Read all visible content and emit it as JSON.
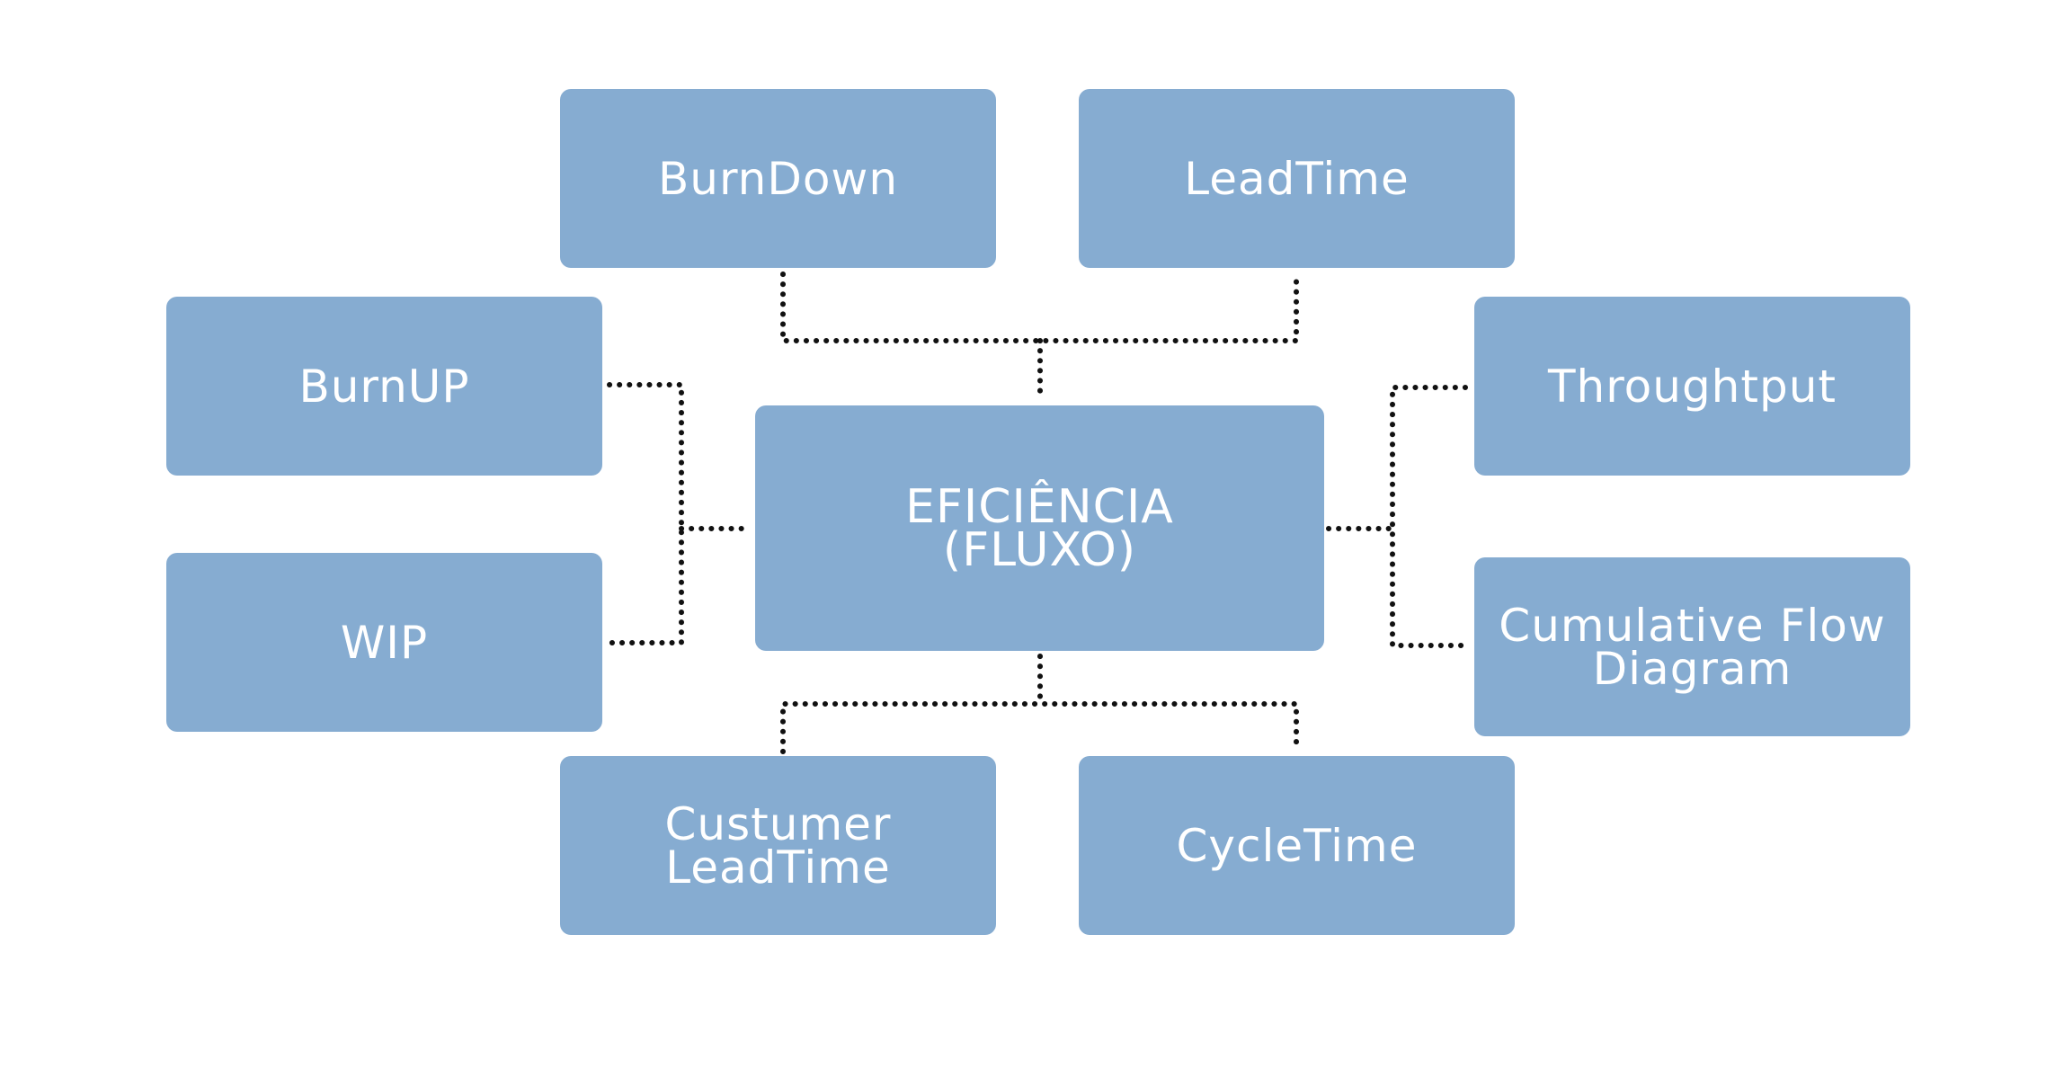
{
  "diagram": {
    "center": {
      "line1": "EFICIÊNCIA",
      "line2": "(FLUXO)"
    },
    "nodes": {
      "burndown": "BurnDown",
      "leadtime": "LeadTime",
      "burnup": "BurnUP",
      "wip": "WIP",
      "throughtput": "Throughtput",
      "cfd_line1": "Cumulative Flow",
      "cfd_line2": "Diagram",
      "custumer_line1": "Custumer",
      "custumer_line2": "LeadTime",
      "cycletime": "CycleTime"
    },
    "colors": {
      "node_fill": "#86acd1",
      "node_text": "#ffffff",
      "connector": "#111111",
      "background": "#ffffff"
    }
  }
}
